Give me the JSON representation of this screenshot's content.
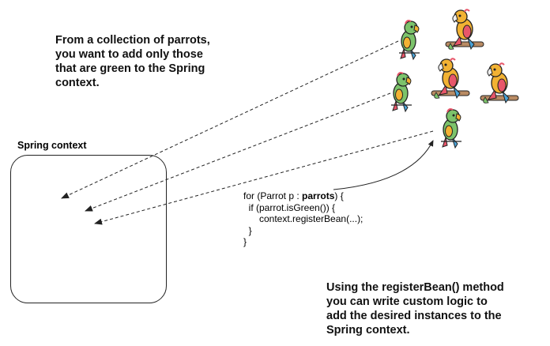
{
  "top_note": "From a collection of parrots,\nyou want to add only those\nthat are green to the Spring\ncontext.",
  "context_label": "Spring context",
  "code": {
    "line1_prefix": "for (Parrot p : ",
    "line1_bold": "parrots",
    "line1_suffix": ") {",
    "line2": "  if (parrot.isGreen()) {",
    "line3": "      context.registerBean(...);",
    "line4": "  }",
    "line5": "}"
  },
  "bottom_note": "Using the registerBean() method\nyou can write custom logic to\nadd the desired instances to the\nSpring context.",
  "colors": {
    "green_parrot": "#7cc36b",
    "yellow_parrot": "#f2b233",
    "red_accent": "#e8566a",
    "blue_accent": "#4aa3d8",
    "perch": "#b98b63",
    "outline": "#222222"
  }
}
